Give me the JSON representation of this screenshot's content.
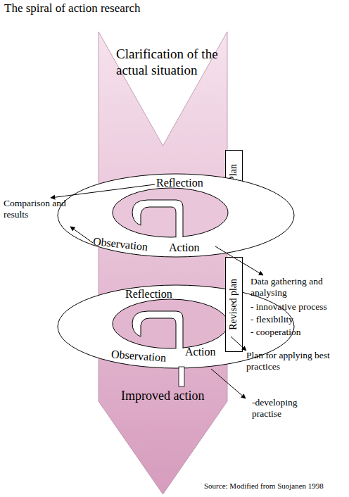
{
  "diagram": {
    "title": "The spiral of action research",
    "caption": "Source: Modified from Suojanen 1998",
    "nodes": [
      {
        "text": [
          "Clarification of the actual situation",
          "Improved action"
        ]
      },
      {
        "text": [
          "Plan"
        ]
      },
      {
        "text": [
          "Reflection",
          "Observation",
          "Action"
        ]
      },
      {
        "text": [
          "Revised plan"
        ]
      },
      {
        "text": [
          "Reflection",
          "Observation",
          "Action"
        ]
      }
    ],
    "labels": [
      "Comparison and results",
      "Data gathering and analysing",
      "- innovative process",
      "- flexibility",
      "- cooperation",
      "Plan for applying best practices",
      "-developing practise"
    ]
  }
}
